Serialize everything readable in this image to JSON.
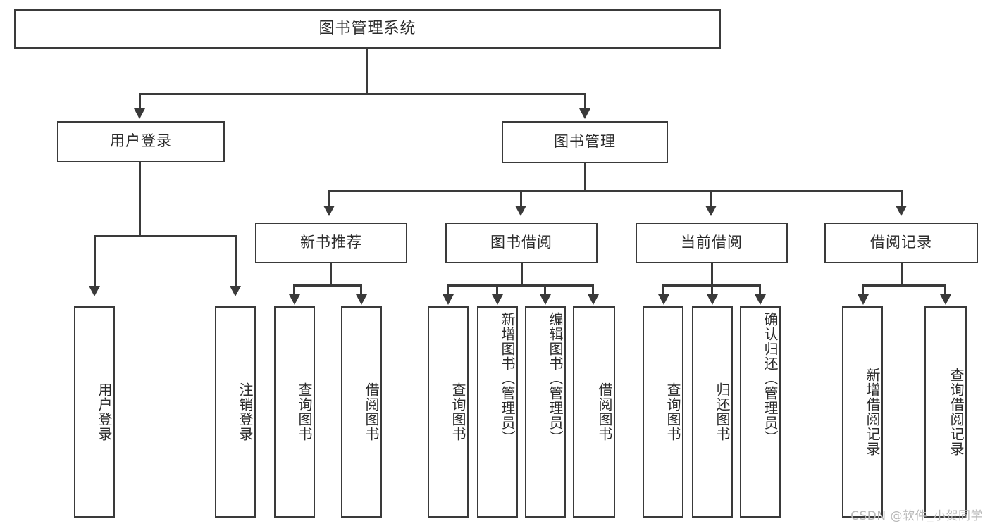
{
  "diagram": {
    "type": "tree-hierarchy",
    "title": "图书管理系统",
    "watermark": "CSDN @软件_小贺同学",
    "colors": {
      "border": "#3a3a3a",
      "text": "#2b2b2b",
      "background": "#ffffff",
      "watermark": "#b9b9b9"
    },
    "root": {
      "label": "图书管理系统"
    },
    "level2": [
      {
        "label": "用户登录"
      },
      {
        "label": "图书管理"
      }
    ],
    "level3": [
      {
        "label": "新书推荐"
      },
      {
        "label": "图书借阅"
      },
      {
        "label": "当前借阅"
      },
      {
        "label": "借阅记录"
      }
    ],
    "leaves": {
      "user_login": [
        {
          "label": "用户登录"
        },
        {
          "label": "注销登录"
        }
      ],
      "new_book": [
        {
          "label": "查询图书"
        },
        {
          "label": "借阅图书"
        }
      ],
      "book_borrow": [
        {
          "label": "查询图书"
        },
        {
          "label": "新增图书（管理员）"
        },
        {
          "label": "编辑图书（管理员）"
        },
        {
          "label": "借阅图书"
        }
      ],
      "current_borrow": [
        {
          "label": "查询图书"
        },
        {
          "label": "归还图书"
        },
        {
          "label": "确认归还（管理员）"
        }
      ],
      "borrow_record": [
        {
          "label": "新增借阅记录"
        },
        {
          "label": "查询借阅记录"
        }
      ]
    }
  }
}
